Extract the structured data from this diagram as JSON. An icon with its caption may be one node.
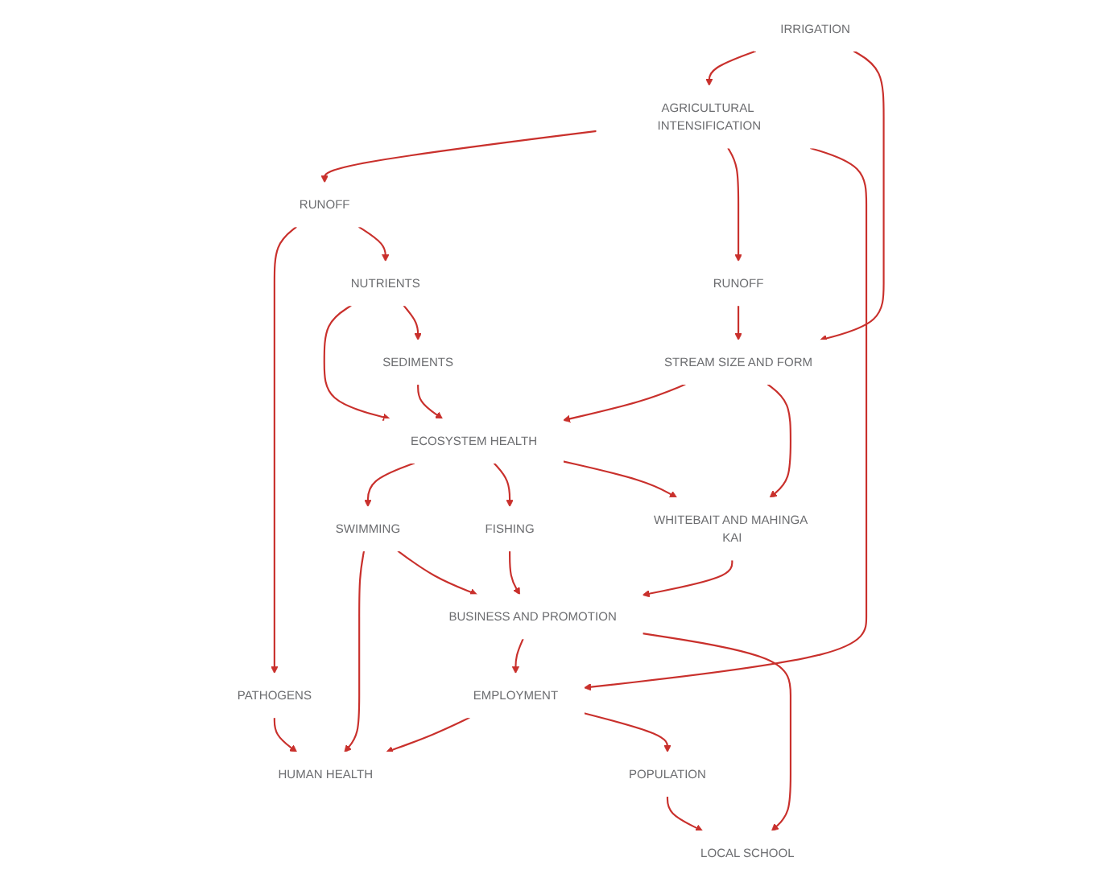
{
  "diagram": {
    "nodes": [
      {
        "text": [
          "AGRICULTURAL INTENSIFICATION"
        ]
      },
      {
        "text": [
          "RUNOFF"
        ]
      },
      {
        "text": [
          "RUNOFF"
        ]
      },
      {
        "text": [
          "PATHOGENS"
        ]
      },
      {
        "text": [
          "IRRIGATION"
        ]
      },
      {
        "text": [
          "NUTRIENTS"
        ]
      },
      {
        "text": [
          "SEDIMENTS"
        ]
      },
      {
        "text": [
          "ECOSYSTEM HEALTH"
        ]
      },
      {
        "text": [
          "STREAM SIZE AND FORM"
        ]
      },
      {
        "text": [
          "HUMAN HEALTH"
        ]
      },
      {
        "text": [
          "SWIMMING"
        ]
      },
      {
        "text": [
          "FISHING"
        ]
      },
      {
        "text": [
          "WHITEBAIT AND MAHINGA KAI"
        ]
      },
      {
        "text": [
          "EMPLOYMENT"
        ]
      },
      {
        "text": [
          "BUSINESS AND PROMOTION"
        ]
      },
      {
        "text": [
          "POPULATION"
        ]
      },
      {
        "text": [
          "LOCAL SCHOOL"
        ]
      }
    ],
    "edges": [
      {
        "from": 0,
        "to": 1,
        "arrow": "to"
      },
      {
        "from": 0,
        "to": 2,
        "arrow": "to"
      },
      {
        "from": 0,
        "to": 13,
        "arrow": "to"
      },
      {
        "from": 1,
        "to": 3,
        "arrow": "to"
      },
      {
        "from": 1,
        "to": 5,
        "arrow": "to"
      },
      {
        "from": 4,
        "to": 0,
        "arrow": "to"
      },
      {
        "from": 4,
        "to": 8,
        "arrow": "to"
      },
      {
        "from": 2,
        "to": 8,
        "arrow": "to"
      },
      {
        "from": 3,
        "to": 9,
        "arrow": "to"
      },
      {
        "from": 5,
        "to": 7,
        "arrow": "to"
      },
      {
        "from": 5,
        "to": 6,
        "arrow": "to"
      },
      {
        "from": 6,
        "to": 7,
        "arrow": "to"
      },
      {
        "from": 8,
        "to": 7,
        "arrow": "to"
      },
      {
        "from": 8,
        "to": 12,
        "arrow": "to"
      },
      {
        "from": 7,
        "to": 10,
        "arrow": "to"
      },
      {
        "from": 7,
        "to": 11,
        "arrow": "to"
      },
      {
        "from": 7,
        "to": 12,
        "arrow": "to"
      },
      {
        "from": 10,
        "to": 9,
        "arrow": "to"
      },
      {
        "from": 10,
        "to": 14,
        "arrow": "to"
      },
      {
        "from": 11,
        "to": 14,
        "arrow": "to"
      },
      {
        "from": 12,
        "to": 14,
        "arrow": "to"
      },
      {
        "from": 14,
        "to": 13,
        "arrow": "to"
      },
      {
        "from": 14,
        "to": 16,
        "arrow": "to"
      },
      {
        "from": 13,
        "to": 9,
        "arrow": "to"
      },
      {
        "from": 13,
        "to": 15,
        "arrow": "to"
      },
      {
        "from": 15,
        "to": 16,
        "arrow": "to"
      }
    ]
  }
}
